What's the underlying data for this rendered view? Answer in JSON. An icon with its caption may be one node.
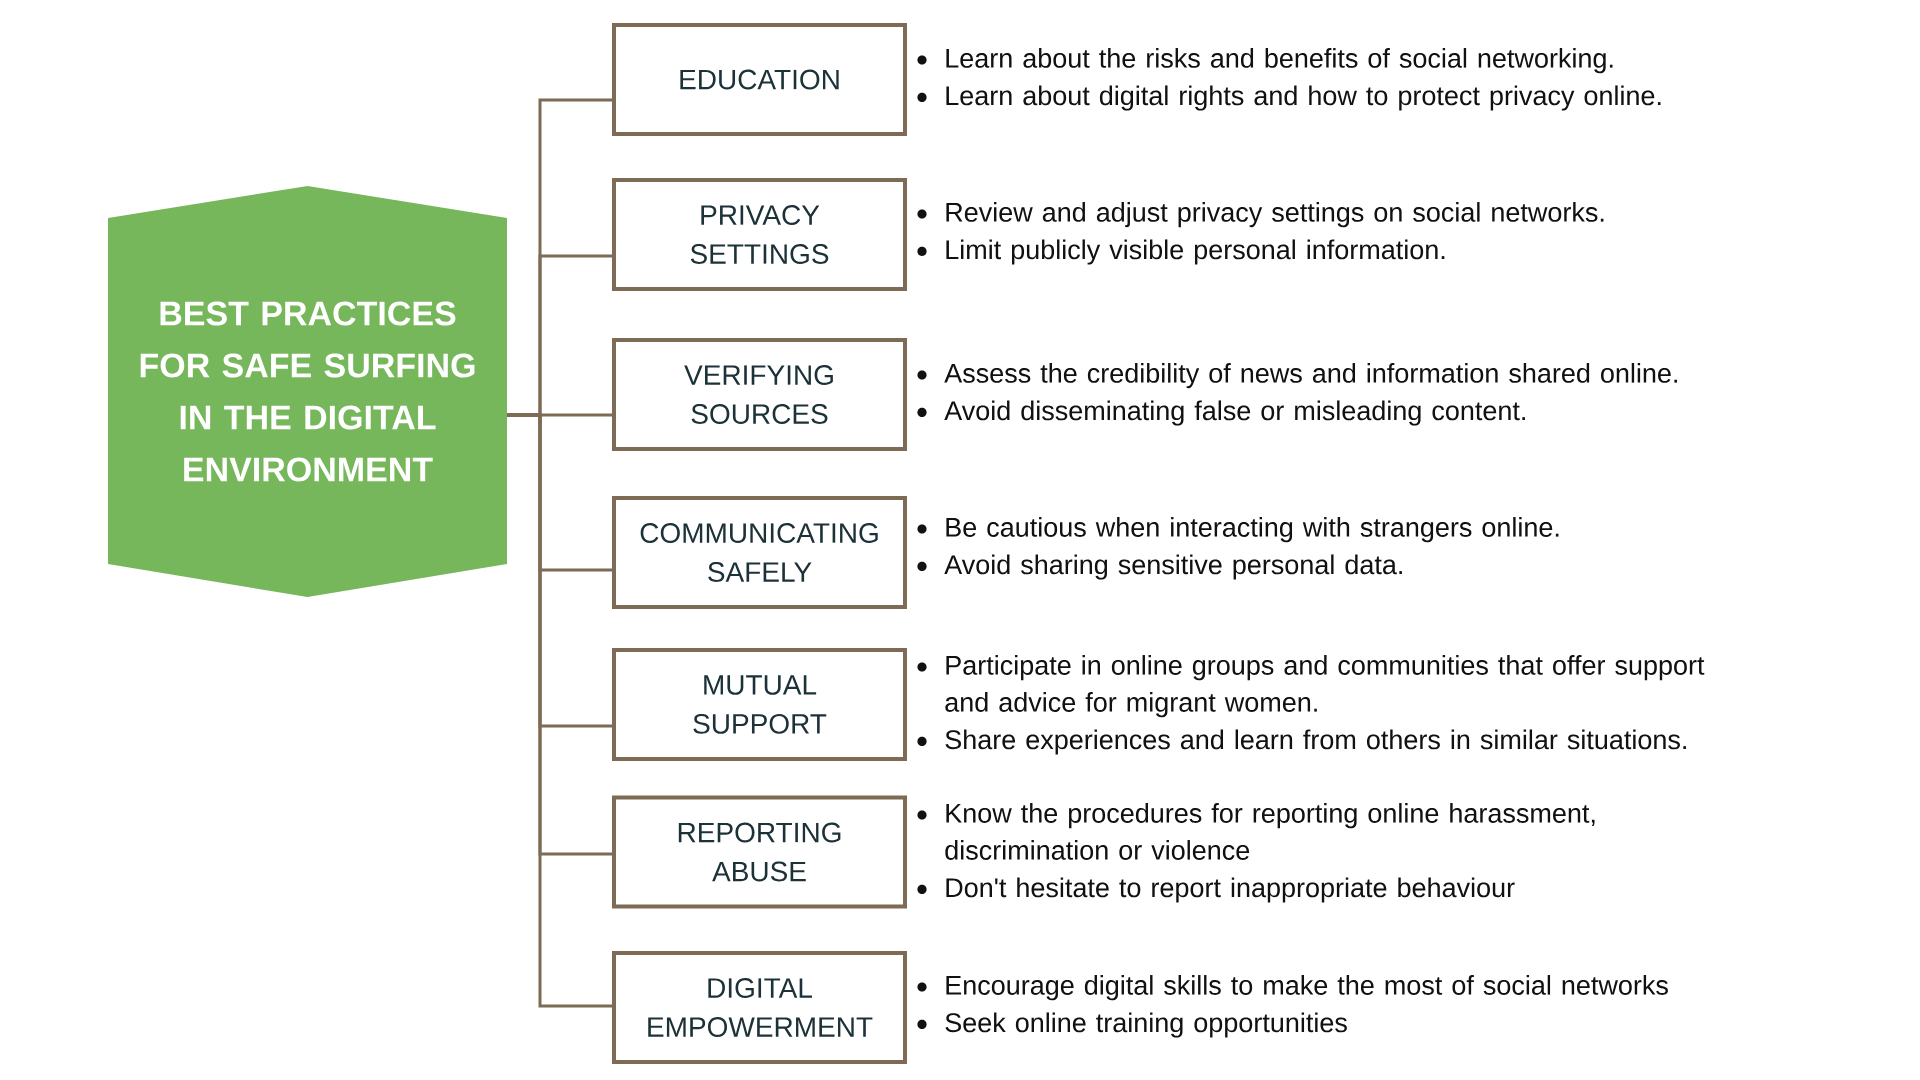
{
  "diagram": {
    "nodes": [
      {
        "text": [
          "BEST PRACTICES FOR SAFE SURFING IN THE DIGITAL ENVIRONMENT"
        ]
      },
      {
        "text": [
          "EDUCATION"
        ],
        "beside": [
          "Learn about the risks and benefits of social networking.",
          "Learn about digital rights and how to protect privacy online."
        ]
      },
      {
        "text": [
          "PRIVACY SETTINGS"
        ],
        "beside": [
          "Review and adjust privacy settings on social networks.",
          "Limit publicly visible personal information."
        ]
      },
      {
        "text": [
          "VERIFYING SOURCES"
        ],
        "beside": [
          "Assess the credibility of news and information shared online.",
          "Avoid disseminating false or misleading content."
        ]
      },
      {
        "text": [
          "COMMUNICATING SAFELY"
        ],
        "beside": [
          "Be cautious when interacting with strangers online.",
          "Avoid sharing sensitive personal data."
        ]
      },
      {
        "text": [
          "MUTUAL SUPPORT"
        ],
        "beside": [
          "Participate in online groups and communities that offer support and advice for migrant women.",
          "Share experiences and learn from others in similar situations."
        ]
      },
      {
        "text": [
          "REPORTING ABUSE"
        ],
        "beside": [
          "Know the procedures for reporting online harassment, discrimination or violence",
          "Don't hesitate to report inappropriate behaviour"
        ]
      },
      {
        "text": [
          "DIGITAL EMPOWERMENT"
        ],
        "beside": [
          "Encourage digital skills to make the most of social networks",
          "Seek online training opportunities"
        ]
      }
    ],
    "edges": [
      {
        "from": 0,
        "to": 1,
        "arrow": "none"
      },
      {
        "from": 0,
        "to": 2,
        "arrow": "none"
      },
      {
        "from": 0,
        "to": 3,
        "arrow": "none"
      },
      {
        "from": 0,
        "to": 4,
        "arrow": "none"
      },
      {
        "from": 0,
        "to": 5,
        "arrow": "none"
      },
      {
        "from": 0,
        "to": 6,
        "arrow": "none"
      },
      {
        "from": 0,
        "to": 7,
        "arrow": "none"
      }
    ]
  }
}
